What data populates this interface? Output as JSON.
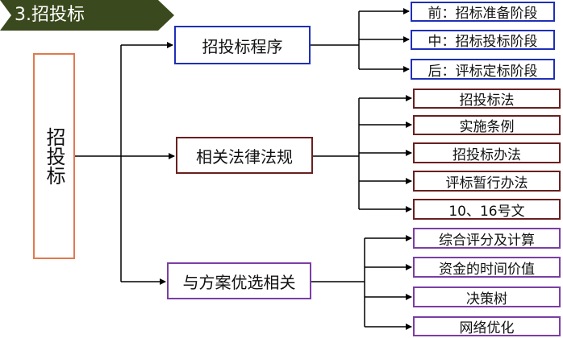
{
  "title": "3.招投标",
  "root": "招投标",
  "branches": [
    {
      "label": "招投标程序",
      "color": "#1f2fb8",
      "children": [
        "前：招标准备阶段",
        "中：招标投标阶段",
        "后：评标定标阶段"
      ]
    },
    {
      "label": "相关法律法规",
      "color": "#6a1f1f",
      "children": [
        "招投标法",
        "实施条例",
        "招投标办法",
        "评标暂行办法",
        "10、16号文"
      ]
    },
    {
      "label": "与方案优选相关",
      "color": "#7b3ea5",
      "children": [
        "综合评分及计算",
        "资金的时间价值",
        "决策树",
        "网络优化"
      ]
    }
  ]
}
